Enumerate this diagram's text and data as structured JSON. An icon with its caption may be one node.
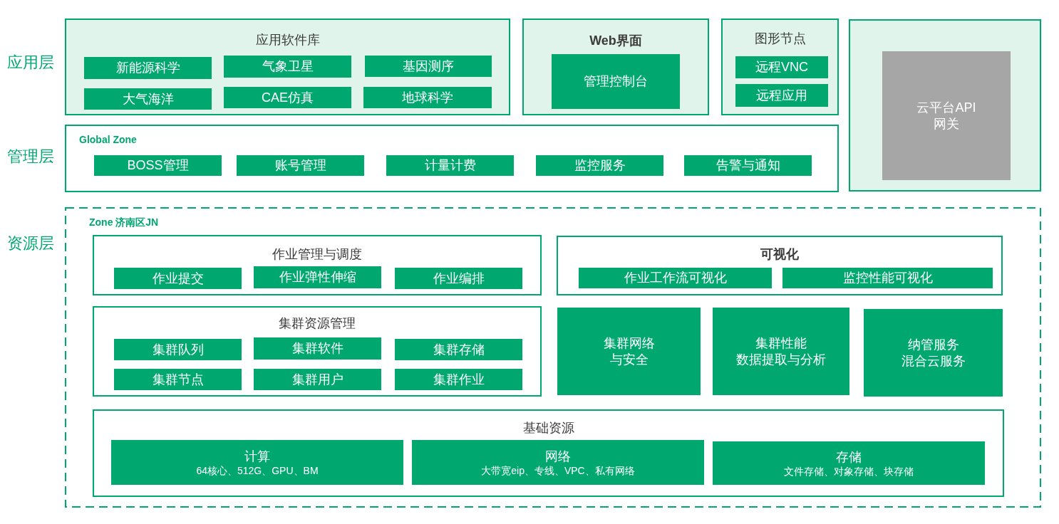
{
  "diagram": {
    "nodes": [
      {
        "text": [
          "应用软件库"
        ]
      },
      {
        "text": [
          "新能源科学"
        ],
        "in": 0
      },
      {
        "text": [
          "气象卫星"
        ],
        "in": 0
      },
      {
        "text": [
          "基因测序"
        ],
        "in": 0
      },
      {
        "text": [
          "大气海洋"
        ],
        "in": 0
      },
      {
        "text": [
          "CAE仿真"
        ],
        "in": 0
      },
      {
        "text": [
          "地球科学"
        ],
        "in": 0
      },
      {
        "text": [
          "Web界面"
        ]
      },
      {
        "text": [
          "管理控制台"
        ],
        "in": 7
      },
      {
        "text": [
          "图形节点"
        ]
      },
      {
        "text": [
          "远程VNC"
        ],
        "in": 9
      },
      {
        "text": [
          "远程应用"
        ],
        "in": 9
      },
      {
        "text": [],
        "shape": "box"
      },
      {
        "text": [
          "云平台API网关"
        ],
        "in": 12
      },
      {
        "text": [
          "Global Zone"
        ]
      },
      {
        "text": [
          "BOSS管理"
        ],
        "in": 14
      },
      {
        "text": [
          "账号管理"
        ],
        "in": 14
      },
      {
        "text": [
          "计量计费"
        ],
        "in": 14
      },
      {
        "text": [
          "监控服务"
        ],
        "in": 14
      },
      {
        "text": [
          "告警与通知"
        ],
        "in": 14
      },
      {
        "text": [
          "Zone 济南区JN"
        ]
      },
      {
        "text": [
          "作业管理与调度"
        ],
        "in": 20
      },
      {
        "text": [
          "作业提交"
        ],
        "in": 21
      },
      {
        "text": [
          "作业弹性伸缩"
        ],
        "in": 21
      },
      {
        "text": [
          "作业编排"
        ],
        "in": 21
      },
      {
        "text": [
          "可视化"
        ],
        "in": 20
      },
      {
        "text": [
          "作业工作流可视化"
        ],
        "in": 25
      },
      {
        "text": [
          "监控性能可视化"
        ],
        "in": 25
      },
      {
        "text": [
          "集群资源管理"
        ],
        "in": 20
      },
      {
        "text": [
          "集群队列"
        ],
        "in": 28
      },
      {
        "text": [
          "集群软件"
        ],
        "in": 28
      },
      {
        "text": [
          "集群存储"
        ],
        "in": 28
      },
      {
        "text": [
          "集群节点"
        ],
        "in": 28
      },
      {
        "text": [
          "集群用户"
        ],
        "in": 28
      },
      {
        "text": [
          "集群作业"
        ],
        "in": 28
      },
      {
        "text": [
          "集群网络与安全"
        ],
        "in": 20
      },
      {
        "text": [
          "集群性能数据提取与分析"
        ],
        "in": 20
      },
      {
        "text": [
          "纳管服务混合云服务"
        ],
        "in": 20
      },
      {
        "text": [
          "基础资源"
        ],
        "in": 20
      },
      {
        "text": [
          "计算",
          "64核心、512G、GPU、BM"
        ],
        "in": 38
      },
      {
        "text": [
          "网络",
          "大带宽eip、专线、VPC、私有网络"
        ],
        "in": 38
      },
      {
        "text": [
          "存储",
          "文件存储、对象存储、块存储"
        ],
        "in": 38
      }
    ],
    "labels": [
      "应用层",
      "管理层",
      "资源层"
    ]
  }
}
